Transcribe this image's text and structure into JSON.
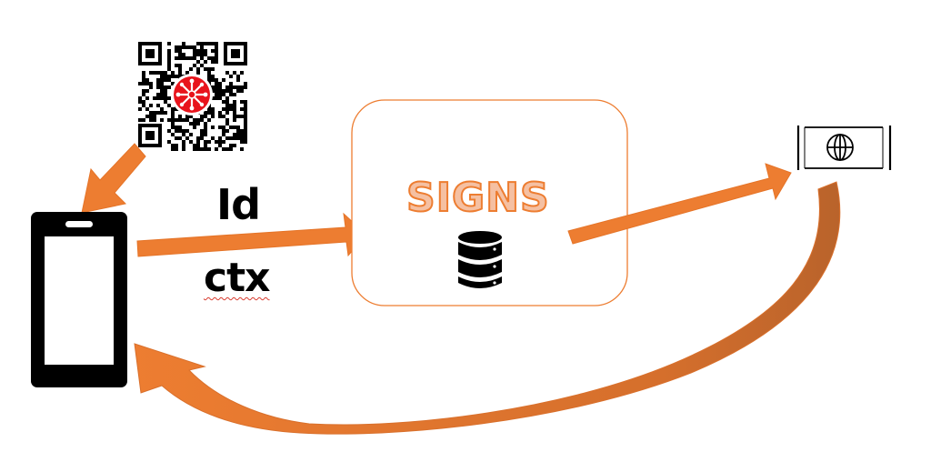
{
  "labels": {
    "id": "Id",
    "ctx": "ctx",
    "service": "SIGNS"
  },
  "icons": {
    "qr": "qr-code-icon",
    "phone": "smartphone-icon",
    "database": "database-icon",
    "web": "web-page-icon"
  },
  "colors": {
    "arrow": "#ed7d31",
    "arrow_dark": "#b9632b",
    "box_border": "#ed7d31",
    "qr_badge": "#e8141c"
  }
}
